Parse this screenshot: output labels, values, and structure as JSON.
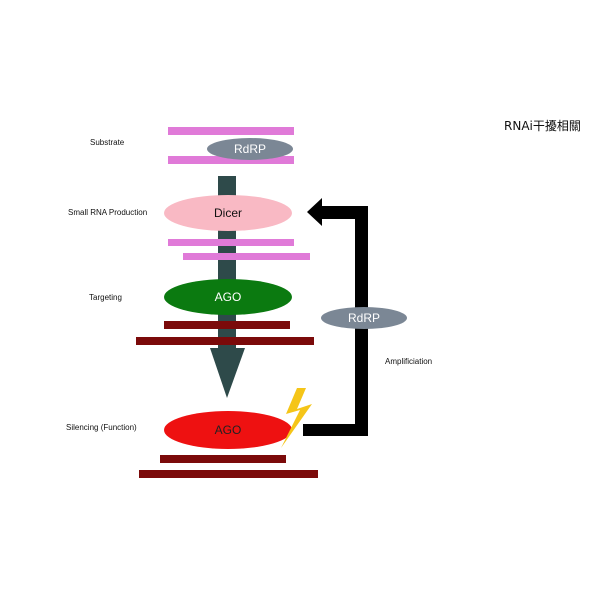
{
  "title": "RNAi干擾相關",
  "stages": {
    "substrate": "Substrate",
    "production": "Small RNA Production",
    "targeting": "Targeting",
    "silencing": "Silencing (Function)"
  },
  "nodes": {
    "rdrp_top": "RdRP",
    "dicer": "Dicer",
    "ago_targeting": "AGO",
    "rdrp_loop": "RdRP",
    "ago_silencing": "AGO"
  },
  "loop_label": "Amplificiation",
  "colors": {
    "substrate_strand": "#e07ad8",
    "target_strand": "#7b0a0a",
    "rdrp": "#7b8795",
    "dicer": "#f9b9c4",
    "ago_targeting": "#0b7a10",
    "ago_silencing": "#ee1111",
    "main_arrow": "#2e4a4a",
    "loop_arrow": "#000000",
    "lightning": "#f5c518"
  }
}
